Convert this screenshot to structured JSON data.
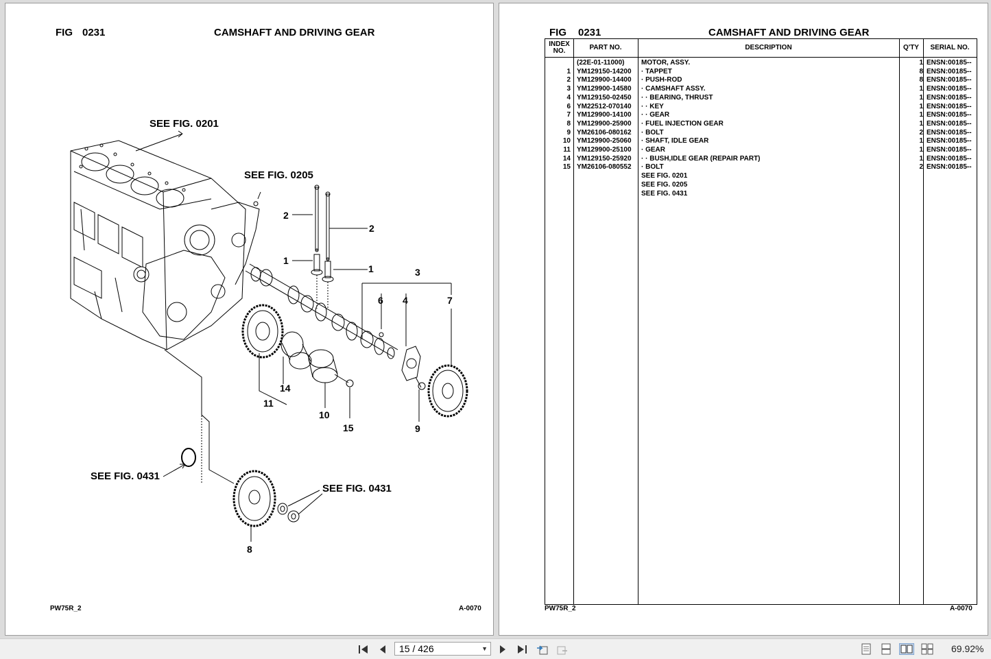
{
  "left_page": {
    "fig_label": "FIG",
    "fig_number": "0231",
    "title": "CAMSHAFT AND DRIVING GEAR",
    "footer_left": "PW75R_2",
    "footer_right": "A-0070",
    "diagram": {
      "callouts": {
        "see_0201": "SEE FIG. 0201",
        "see_0205": "SEE FIG. 0205",
        "see_0431_a": "SEE FIG. 0431",
        "see_0431_b": "SEE FIG. 0431",
        "n2a": "2",
        "n2b": "2",
        "n1a": "1",
        "n1b": "1",
        "n3": "3",
        "n6": "6",
        "n4": "4",
        "n7": "7",
        "n14": "14",
        "n11": "11",
        "n10": "10",
        "n15": "15",
        "n9": "9",
        "n8": "8"
      }
    }
  },
  "right_page": {
    "fig_label": "FIG",
    "fig_number": "0231",
    "title": "CAMSHAFT AND DRIVING GEAR",
    "footer_left": "PW75R_2",
    "footer_right": "A-0070",
    "table": {
      "headers": {
        "index": "INDEX NO.",
        "part": "PART NO.",
        "desc": "DESCRIPTION",
        "qty": "Q'TY",
        "serial": "SERIAL NO."
      },
      "rows": [
        {
          "index": "",
          "part": "(22E-01-11000)",
          "desc": "MOTOR, ASSY.",
          "qty": "1",
          "serial": "ENSN:00185--"
        },
        {
          "index": "1",
          "part": "YM129150-14200",
          "desc": "·  TAPPET",
          "qty": "8",
          "serial": "ENSN:00185--"
        },
        {
          "index": "2",
          "part": "YM129900-14400",
          "desc": "·  PUSH-ROD",
          "qty": "8",
          "serial": "ENSN:00185--"
        },
        {
          "index": "3",
          "part": "YM129900-14580",
          "desc": "·  CAMSHAFT ASSY.",
          "qty": "1",
          "serial": "ENSN:00185--"
        },
        {
          "index": "4",
          "part": "YM129150-02450",
          "desc": "·  ·  BEARING, THRUST",
          "qty": "1",
          "serial": "ENSN:00185--"
        },
        {
          "index": "6",
          "part": "YM22512-070140",
          "desc": "·  ·  KEY",
          "qty": "1",
          "serial": "ENSN:00185--"
        },
        {
          "index": "7",
          "part": "YM129900-14100",
          "desc": "·  ·  GEAR",
          "qty": "1",
          "serial": "ENSN:00185--"
        },
        {
          "index": "8",
          "part": "YM129900-25900",
          "desc": "·  FUEL INJECTION GEAR",
          "qty": "1",
          "serial": "ENSN:00185--"
        },
        {
          "index": "9",
          "part": "YM26106-080162",
          "desc": "·  BOLT",
          "qty": "2",
          "serial": "ENSN:00185--"
        },
        {
          "index": "10",
          "part": "YM129900-25060",
          "desc": "·  SHAFT, IDLE GEAR",
          "qty": "1",
          "serial": "ENSN:00185--"
        },
        {
          "index": "11",
          "part": "YM129900-25100",
          "desc": "·  GEAR",
          "qty": "1",
          "serial": "ENSN:00185--"
        },
        {
          "index": "14",
          "part": "YM129150-25920",
          "desc": "·  ·  BUSH,IDLE GEAR (REPAIR PART)",
          "qty": "1",
          "serial": "ENSN:00185--"
        },
        {
          "index": "15",
          "part": "YM26106-080552",
          "desc": "·  BOLT",
          "qty": "2",
          "serial": "ENSN:00185--"
        },
        {
          "index": "",
          "part": "",
          "desc": "SEE FIG. 0201",
          "qty": "",
          "serial": ""
        },
        {
          "index": "",
          "part": "",
          "desc": "SEE FIG. 0205",
          "qty": "",
          "serial": ""
        },
        {
          "index": "",
          "part": "",
          "desc": "SEE FIG. 0431",
          "qty": "",
          "serial": ""
        }
      ]
    }
  },
  "toolbar": {
    "page_indicator": "15 / 426",
    "zoom": "69.92%",
    "icons": [
      "first-page-icon",
      "prev-page-icon",
      "next-page-icon",
      "last-page-icon",
      "previous-view-icon",
      "next-view-icon",
      "single-page-icon",
      "continuous-icon",
      "facing-icon",
      "continuous-facing-icon"
    ]
  }
}
